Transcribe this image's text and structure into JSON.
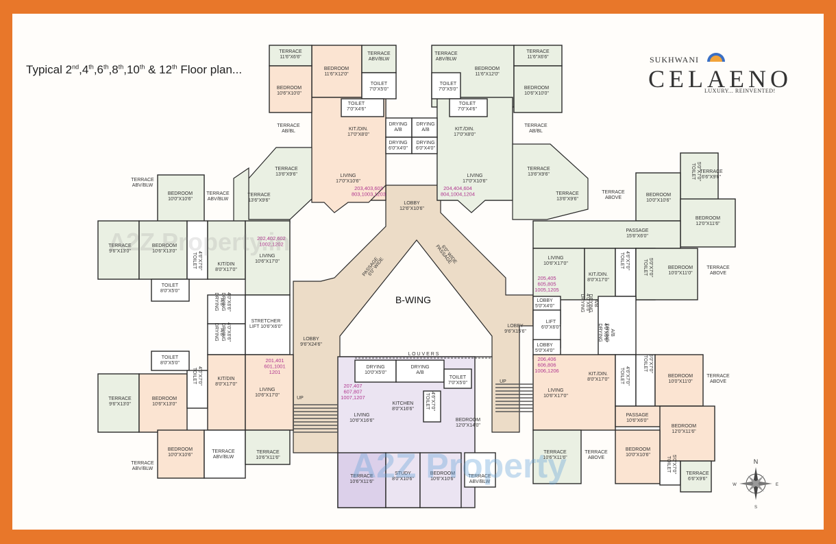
{
  "page_title": {
    "prefix": "Typical 2",
    "suffix": " Floor plan...",
    "floors": [
      "nd",
      "th",
      "th",
      "th",
      "th"
    ],
    "parts": [
      ",4",
      ",6",
      ",8",
      ",10",
      " & 12"
    ]
  },
  "logo": {
    "brand": "SUKHWANI",
    "name": "CELAENO",
    "tagline": "LUXURY... REINVENTED!"
  },
  "wing_label": "B-WING",
  "louvers_label": "L O U V E R S",
  "watermarks": [
    "A2Z Property.in",
    "A2Z Property"
  ],
  "compass": {
    "n": "N",
    "s": "S",
    "e": "E",
    "w": "W"
  },
  "colors": {
    "frame": "#e8772a",
    "peach": "#fbe7d8",
    "sage": "#e9efe2",
    "lavender": "#ebe4f2",
    "lobby": "#e6d6c2",
    "unit_no": "#b0368f"
  },
  "rooms": {
    "t1": [
      "TERRACE",
      "11'6\"X6'6\""
    ],
    "t2": [
      "TERRACE",
      "ABV/BLW"
    ],
    "bed_nw_top": [
      "BEDROOM",
      "11'6\"X12'0\""
    ],
    "bed_nw_small": [
      "BEDROOM",
      "10'6\"X10'0\""
    ],
    "toilet_nw": [
      "TOILET",
      "7'0\"X5'0\""
    ],
    "toilet_nw2": [
      "TOILET",
      "7'0\"X4'6\""
    ],
    "terr_abbl_w": [
      "TERRACE",
      "AB/BL"
    ],
    "kit_nw": [
      "KIT./DIN.",
      "17'0\"X8'0\""
    ],
    "dry_ab1": [
      "DRYING",
      "A/B"
    ],
    "dry_64_1": [
      "DRYING",
      "6'0\"X4'0\""
    ],
    "living_nw": [
      "LIVING",
      "17'0\"X10'6\""
    ],
    "terr_1369": [
      "TERRACE",
      "13'6\"X9'6\""
    ],
    "units_nw": [
      "203,403,603",
      "803,1003,1203"
    ],
    "t3": [
      "TERRACE",
      "ABV/BLW"
    ],
    "t4": [
      "TERRACE",
      "11'6\"X6'6\""
    ],
    "bed_ne_top": [
      "BEDROOM",
      "11'6\"X12'0\""
    ],
    "toilet_ne": [
      "TOILET",
      "7'0\"X5'0\""
    ],
    "bed_ne_small": [
      "BEDROOM",
      "10'6\"X10'0\""
    ],
    "toilet_ne2": [
      "TOILET",
      "7'0\"X4'6\""
    ],
    "terr_abbl_e": [
      "TERRACE",
      "AB/BL"
    ],
    "kit_ne": [
      "KIT./DIN.",
      "17'0\"X8'0\""
    ],
    "dry_ab2": [
      "DRYING",
      "A/B"
    ],
    "dry_64_2": [
      "DRYING",
      "6'0\"X4'0\""
    ],
    "living_ne": [
      "LIVING",
      "17'0\"X10'6\""
    ],
    "terr_1369b": [
      "TERRACE",
      "13'6\"X9'6\""
    ],
    "units_ne": [
      "204,404,604",
      "804,1004,1204"
    ],
    "lobby_top": [
      "LOBBY",
      "12'6\"X10'6\""
    ],
    "terr_1369c": [
      "TERRACE",
      "13'6\"X9'6\""
    ],
    "terr_1369d": [
      "TERRACE",
      "13'6\"X9'6\""
    ],
    "t_abv_w": [
      "TERRACE",
      "ABV/BLW"
    ],
    "bed_w1": [
      "BEDROOM",
      "10'0\"X10'6\""
    ],
    "t_abv_w2": [
      "TERRACE",
      "ABV/BLW"
    ],
    "terr_w1": [
      "TERRACE",
      "9'6\"X13'0\""
    ],
    "bed_w2": [
      "BEDROOM",
      "10'6\"X13'0\""
    ],
    "toilet_w1": [
      "TOILET",
      "4'6\"X7'0\""
    ],
    "kit_w1": [
      "KIT/DIN",
      "8'0\"X17'0\""
    ],
    "living_w1": [
      "LIVING",
      "10'6\"X17'0\""
    ],
    "units_w1": [
      "202,402,602",
      "1002,1202"
    ],
    "toilet_w2": [
      "TOILET",
      "8'0\"X5'0\""
    ],
    "dry_w_ab1": [
      "DRYING",
      "A/B"
    ],
    "dry_w_46a": [
      "DRYING",
      "4'0\"X6'6\""
    ],
    "stretcher": [
      "STRETCHER",
      "LIFT 10'6\"X6'0\""
    ],
    "dry_w_ab2": [
      "DRYING",
      "A/B"
    ],
    "dry_w_46b": [
      "DRYING",
      "4'0\"X6'6\""
    ],
    "lobby_w": [
      "LOBBY",
      "9'6\"X24'6\""
    ],
    "toilet_w3": [
      "TOILET",
      "8'0\"X5'0\""
    ],
    "toilet_w4": [
      "TOILET",
      "4'6\"X7'0\""
    ],
    "kit_w2": [
      "KIT/DIN",
      "8'0\"X17'0\""
    ],
    "units_w2": [
      "201,401",
      "601,1001",
      "1201"
    ],
    "living_w2": [
      "LIVING",
      "10'6\"X17'0\""
    ],
    "terr_w2": [
      "TERRACE",
      "9'6\"X13'0\""
    ],
    "bed_w3": [
      "BEDROOM",
      "10'6\"X13'0\""
    ],
    "bed_w4": [
      "BEDROOM",
      "10'0\"X10'6\""
    ],
    "t_abv_w3": [
      "TERRACE",
      "ABV/BLW"
    ],
    "t_abv_w4": [
      "TERRACE",
      "ABV/BLW"
    ],
    "terr_w3": [
      "TERRACE",
      "10'6\"X11'6\""
    ],
    "up_w": "UP",
    "pass_l": [
      "PASSAGE",
      "6'0\" WIDE"
    ],
    "pass_r": [
      "PASSAGE",
      "6'0\" WIDE"
    ],
    "dry_s1": [
      "DRYING",
      "10'0\"X5'0\""
    ],
    "dry_s2": [
      "DRYING",
      "A/B"
    ],
    "toilet_s1": [
      "TOILET",
      "7'0\"X5'0\""
    ],
    "units_s": [
      "207,407",
      "607,807",
      "1007,1207"
    ],
    "kitchen_s": [
      "KITCHEN",
      "8'0\"X16'6\""
    ],
    "toilet_s2": [
      "TOILET",
      "4'6\"X7'0\""
    ],
    "living_s": [
      "LIVING",
      "10'6\"X16'6\""
    ],
    "bed_s1": [
      "BEDROOM",
      "12'0\"X14'0\""
    ],
    "terr_s": [
      "TERRACE",
      "10'6\"X11'6\""
    ],
    "study_s": [
      "STUDY",
      "8'0\"X10'6\""
    ],
    "bed_s2": [
      "BEDROOM",
      "10'6\"X10'6\""
    ],
    "t_abv_s": [
      "TERRACE",
      "ABV/BLW"
    ],
    "lobby_e": [
      "LOBBY",
      "9'6\"X15'6\""
    ],
    "lobby_e1": [
      "LOBBY",
      "5'0\"X4'0\""
    ],
    "lift_e": [
      "LIFT",
      "6'0\"X6'0\""
    ],
    "lobby_e2": [
      "LOBBY",
      "5'0\"X4'0\""
    ],
    "up_e": "UP",
    "toilet_e1": [
      "TOILET",
      "5'0\"X7'0\""
    ],
    "terr_e1": [
      "TERRACE",
      "6'6\"X9'6\""
    ],
    "terr_above1": [
      "TERRACE",
      "ABOVE"
    ],
    "bed_e1": [
      "BEDROOM",
      "10'0\"X10'6\""
    ],
    "bed_e2": [
      "BEDROOM",
      "12'0\"X11'6\""
    ],
    "pass_e1": [
      "PASSAGE",
      "15'6\"X6'0\""
    ],
    "living_e1": [
      "LIVING",
      "10'6\"X17'0\""
    ],
    "kit_e1": [
      "KIT./DIN.",
      "8'0\"X17'0\""
    ],
    "toilet_e2": [
      "TOILET",
      "4'6\"X7'0\""
    ],
    "toilet_e3": [
      "TOILET",
      "5'0\"X7'0\""
    ],
    "bed_e3": [
      "BEDROOM",
      "10'0\"X11'0\""
    ],
    "terr_above2": [
      "TERRACE",
      "ABOVE"
    ],
    "units_e1": [
      "205,405",
      "605,805",
      "1005,1205"
    ],
    "dry_e_ab1": [
      "DRYING",
      "A/B"
    ],
    "dry_e_46a": [
      "DRYING",
      "4'0\"X6'6\""
    ],
    "dry_e_ab2": [
      "DRYING",
      "A/B"
    ],
    "dry_e_46b": [
      "DRYING",
      "4'0\"X6'6\""
    ],
    "units_e2": [
      "206,406",
      "606,806",
      "1006,1206"
    ],
    "kit_e2": [
      "KIT./DIN.",
      "8'0\"X17'0\""
    ],
    "toilet_e4": [
      "TOILET",
      "4'6\"X7'0\""
    ],
    "toilet_e5": [
      "TOILET",
      "5'0\"X7'0\""
    ],
    "bed_e4": [
      "BEDROOM",
      "10'0\"X11'0\""
    ],
    "terr_above3": [
      "TERRACE",
      "ABOVE"
    ],
    "living_e2": [
      "LIVING",
      "10'6\"X17'0\""
    ],
    "pass_e2": [
      "PASSAGE",
      "10'6\"X6'0\""
    ],
    "bed_e5": [
      "BEDROOM",
      "12'0\"X11'6\""
    ],
    "terr_e2": [
      "TERRACE",
      "10'6\"X11'6\""
    ],
    "terr_above4": [
      "TERRACE",
      "ABOVE"
    ],
    "bed_e6": [
      "BEDROOM",
      "10'0\"X10'6\""
    ],
    "toilet_e6": [
      "TOILET",
      "5'0\"X7'0\""
    ],
    "terr_e3": [
      "TERRACE",
      "6'6\"X9'6\""
    ]
  }
}
